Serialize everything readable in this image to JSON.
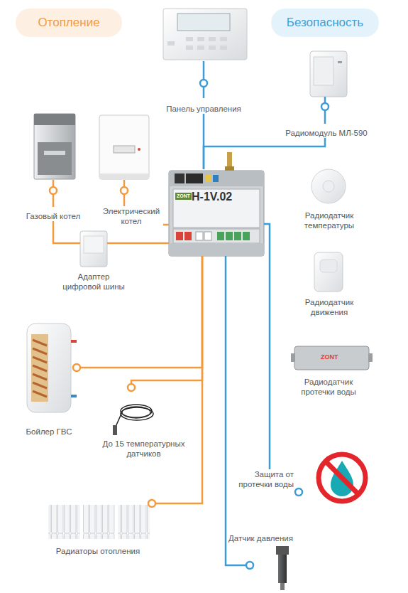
{
  "diagram": {
    "nodes": [
      {
        "text": [
          "Отопление"
        ]
      },
      {
        "text": [
          "Безопасность"
        ]
      },
      {
        "text": [
          "Панель управления"
        ]
      },
      {
        "text": [
          "Радиомодуль МЛ-590"
        ]
      },
      {
        "text": [
          "Газовый котел"
        ]
      },
      {
        "text": [
          "Электрический котел"
        ]
      },
      {
        "text": [
          "ZONT",
          "H-1V.02"
        ]
      },
      {
        "text": [
          "Радиодатчик температуры"
        ]
      },
      {
        "text": [
          "Адаптер цифровой шины"
        ]
      },
      {
        "text": [
          "Радиодатчик движения"
        ]
      },
      {
        "text": [
          "Бойлер ГВС"
        ]
      },
      {
        "text": [
          "Радиодатчик протечки воды"
        ]
      },
      {
        "text": [
          "До 15 температурных датчиков"
        ]
      },
      {
        "text": [
          "Защита от протечки воды"
        ]
      },
      {
        "text": [
          "Радиаторы отопления"
        ]
      },
      {
        "text": [
          "Датчик давления"
        ]
      }
    ],
    "edges": [
      {
        "from": 2,
        "to": 6,
        "arrow": "none"
      },
      {
        "from": 3,
        "to": 6,
        "arrow": "none"
      },
      {
        "from": 4,
        "to": 8,
        "arrow": "none"
      },
      {
        "from": 8,
        "to": 6,
        "arrow": "none"
      },
      {
        "from": 5,
        "to": 6,
        "arrow": "none"
      },
      {
        "from": 10,
        "to": 6,
        "arrow": "none"
      },
      {
        "from": 12,
        "to": 6,
        "arrow": "none"
      },
      {
        "from": 14,
        "to": 6,
        "arrow": "none"
      },
      {
        "from": 15,
        "to": 6,
        "arrow": "none"
      },
      {
        "from": 13,
        "to": 6,
        "arrow": "none"
      }
    ],
    "labels": [
      "ZONT"
    ]
  }
}
